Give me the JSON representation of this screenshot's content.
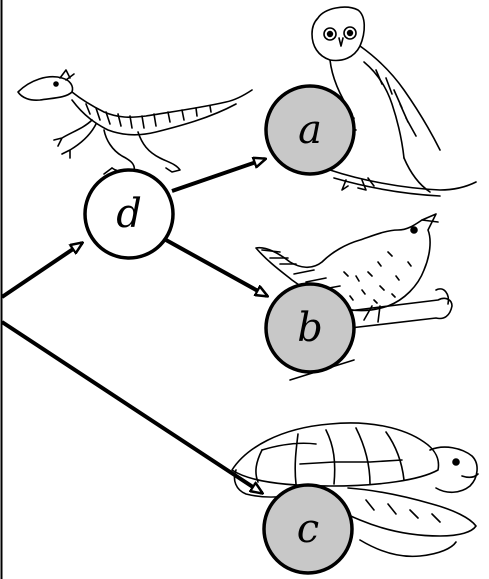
{
  "diagram": {
    "nodes": [
      {
        "id": "d",
        "label": "d",
        "kind": "ancestor",
        "fill": "#ffffff"
      },
      {
        "id": "a",
        "label": "a",
        "kind": "leaf",
        "fill": "#c8c8c8",
        "animal": "owl"
      },
      {
        "id": "b",
        "label": "b",
        "kind": "leaf",
        "fill": "#c8c8c8",
        "animal": "songbird"
      },
      {
        "id": "c",
        "label": "c",
        "kind": "leaf",
        "fill": "#c8c8c8",
        "animal": "sea-turtle"
      }
    ],
    "edges": [
      {
        "from": "root",
        "to": "d"
      },
      {
        "from": "d",
        "to": "a"
      },
      {
        "from": "d",
        "to": "b"
      },
      {
        "from": "root",
        "to": "c"
      }
    ],
    "illustrations": [
      "dinosaur",
      "owl",
      "songbird",
      "sea-turtle"
    ]
  }
}
